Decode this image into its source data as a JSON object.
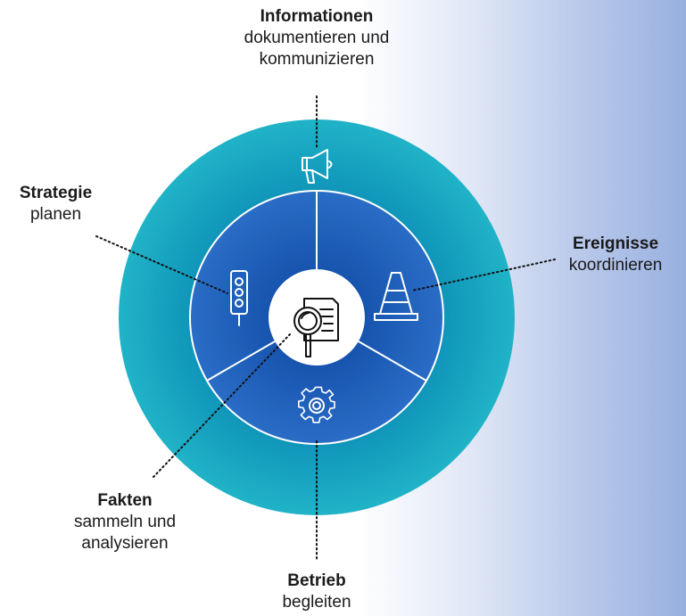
{
  "labels": {
    "informationen": {
      "title": "Informationen",
      "line1": "dokumentieren und",
      "line2": "kommunizieren",
      "icon": "megaphone-icon"
    },
    "strategie": {
      "title": "Strategie",
      "line1": "planen",
      "icon": "traffic-light-icon"
    },
    "ereignisse": {
      "title": "Ereignisse",
      "line1": "koordinieren",
      "icon": "traffic-cone-icon"
    },
    "fakten": {
      "title": "Fakten",
      "line1": "sammeln und",
      "line2": "analysieren",
      "icon": "magnifier-document-icon"
    },
    "betrieb": {
      "title": "Betrieb",
      "line1": "begleiten",
      "icon": "gear-icon"
    }
  },
  "colors": {
    "outer_ring_light": "#1fb1c6",
    "outer_ring_dark": "#0a8fb0",
    "inner_circle_light": "#2467c2",
    "inner_circle_dark": "#0d4aa6",
    "white": "#ffffff"
  }
}
